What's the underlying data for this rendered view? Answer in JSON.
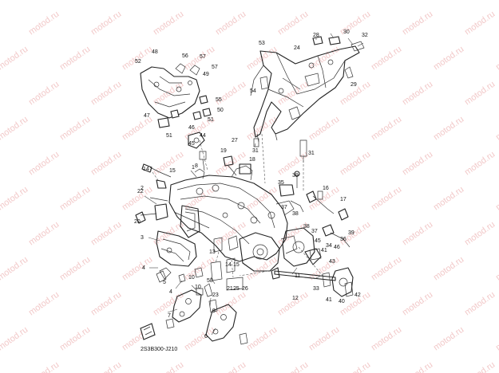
{
  "watermark": "motod.ru",
  "diagram_code": "2S3B300-J210",
  "callouts": [
    {
      "label": "1"
    },
    {
      "label": "2"
    },
    {
      "label": "3"
    },
    {
      "label": "4"
    },
    {
      "label": "4"
    },
    {
      "label": "5"
    },
    {
      "label": "6"
    },
    {
      "label": "7"
    },
    {
      "label": "8"
    },
    {
      "label": "9"
    },
    {
      "label": "10"
    },
    {
      "label": "10"
    },
    {
      "label": "11"
    },
    {
      "label": "12"
    },
    {
      "label": "13"
    },
    {
      "label": "14"
    },
    {
      "label": "14"
    },
    {
      "label": "15"
    },
    {
      "label": "15"
    },
    {
      "label": "16"
    },
    {
      "label": "17"
    },
    {
      "label": "18"
    },
    {
      "label": "19"
    },
    {
      "label": "20"
    },
    {
      "label": "21"
    },
    {
      "label": "22"
    },
    {
      "label": "23"
    },
    {
      "label": "24"
    },
    {
      "label": "25"
    },
    {
      "label": "26"
    },
    {
      "label": "27"
    },
    {
      "label": "28"
    },
    {
      "label": "29"
    },
    {
      "label": "30"
    },
    {
      "label": "31"
    },
    {
      "label": "31"
    },
    {
      "label": "32"
    },
    {
      "label": "33"
    },
    {
      "label": "34"
    },
    {
      "label": "35"
    },
    {
      "label": "36"
    },
    {
      "label": "37"
    },
    {
      "label": "37"
    },
    {
      "label": "38"
    },
    {
      "label": "38"
    },
    {
      "label": "39"
    },
    {
      "label": "39"
    },
    {
      "label": "40"
    },
    {
      "label": "41"
    },
    {
      "label": "41"
    },
    {
      "label": "42"
    },
    {
      "label": "43"
    },
    {
      "label": "44"
    },
    {
      "label": "45"
    },
    {
      "label": "45"
    },
    {
      "label": "46"
    },
    {
      "label": "46"
    },
    {
      "label": "47"
    },
    {
      "label": "48"
    },
    {
      "label": "49"
    },
    {
      "label": "50"
    },
    {
      "label": "51"
    },
    {
      "label": "51"
    },
    {
      "label": "52"
    },
    {
      "label": "53"
    },
    {
      "label": "54"
    },
    {
      "label": "55"
    },
    {
      "label": "56"
    },
    {
      "label": "57"
    },
    {
      "label": "57"
    },
    {
      "label": "58"
    }
  ]
}
